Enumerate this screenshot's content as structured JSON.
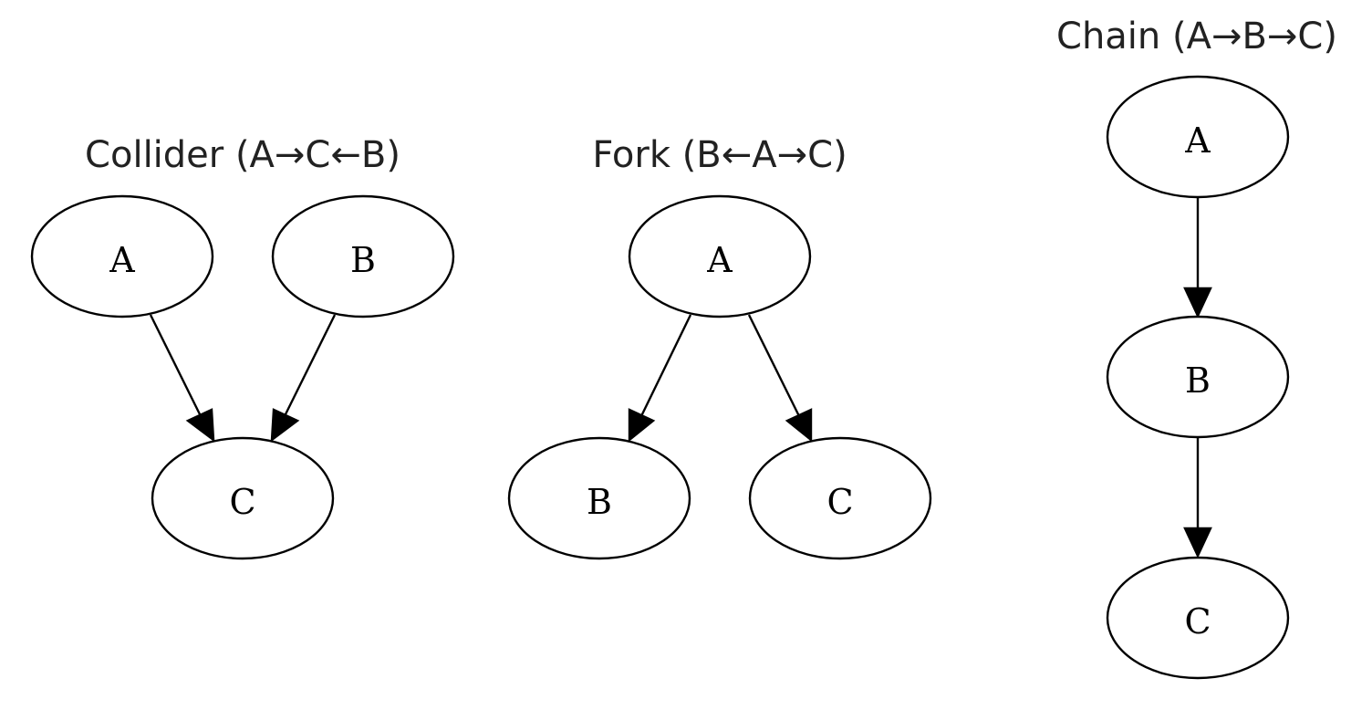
{
  "diagrams": [
    {
      "title": "Collider (A→C←B)",
      "nodes": [
        {
          "id": "A",
          "label": "A"
        },
        {
          "id": "B",
          "label": "B"
        },
        {
          "id": "C",
          "label": "C"
        }
      ],
      "edges": [
        {
          "from": "A",
          "to": "C"
        },
        {
          "from": "B",
          "to": "C"
        }
      ]
    },
    {
      "title": "Fork (B←A→C)",
      "nodes": [
        {
          "id": "A",
          "label": "A"
        },
        {
          "id": "B",
          "label": "B"
        },
        {
          "id": "C",
          "label": "C"
        }
      ],
      "edges": [
        {
          "from": "A",
          "to": "B"
        },
        {
          "from": "A",
          "to": "C"
        }
      ]
    },
    {
      "title": "Chain (A→B→C)",
      "nodes": [
        {
          "id": "A",
          "label": "A"
        },
        {
          "id": "B",
          "label": "B"
        },
        {
          "id": "C",
          "label": "C"
        }
      ],
      "edges": [
        {
          "from": "A",
          "to": "B"
        },
        {
          "from": "B",
          "to": "C"
        }
      ]
    }
  ],
  "colors": {
    "stroke": "#000000",
    "fill": "#ffffff",
    "title_text": "#222222"
  }
}
